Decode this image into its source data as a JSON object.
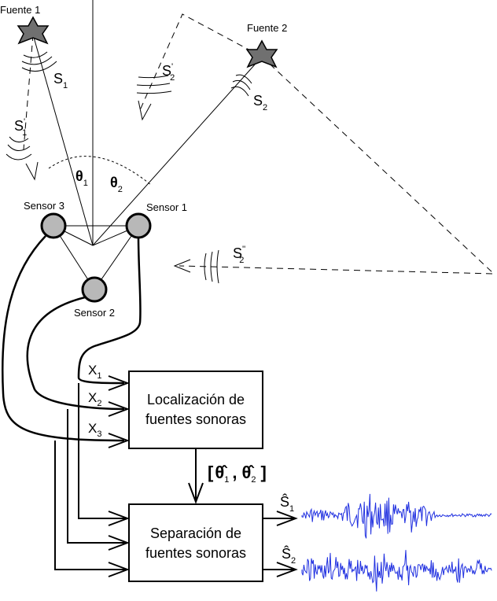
{
  "sources": {
    "source1": "Fuente 1",
    "source2": "Fuente 2"
  },
  "sensors": {
    "sensor1": "Sensor 1",
    "sensor2": "Sensor 2",
    "sensor3": "Sensor 3"
  },
  "signals": {
    "s1": {
      "base": "S",
      "sub": "1"
    },
    "s2": {
      "base": "S",
      "sub": "2"
    },
    "s1_prime": {
      "base": "S",
      "sup": "'",
      "sub": "1"
    },
    "s2_prime": {
      "base": "S",
      "sup": "'",
      "sub": "2"
    },
    "s2_dprime": {
      "base": "S",
      "sup": "''",
      "sub": "2"
    }
  },
  "angles": {
    "theta1": {
      "base": "θ",
      "sub": "1"
    },
    "theta2": {
      "base": "θ",
      "sub": "2"
    }
  },
  "inputs": [
    {
      "base": "X",
      "sub": "1"
    },
    {
      "base": "X",
      "sub": "2"
    },
    {
      "base": "X",
      "sub": "3"
    }
  ],
  "blocks": {
    "localization": [
      "Localización de",
      "fuentes sonoras"
    ],
    "separation": [
      "Separación de",
      "fuentes sonoras"
    ]
  },
  "estimate": {
    "open": "[",
    "theta_hat_1": {
      "base": "θ̂",
      "sub": "1"
    },
    "comma": ",",
    "theta_hat_2": {
      "base": "θ̂",
      "sub": "2"
    },
    "close": "]"
  },
  "outputs": [
    {
      "base": "Ŝ",
      "sub": "1"
    },
    {
      "base": "Ŝ",
      "sub": "2"
    }
  ],
  "colors": {
    "waveform": "#1f2fe0",
    "sensor_fill": "#b8b8b8",
    "source_fill": "#707070",
    "line": "#000000"
  }
}
